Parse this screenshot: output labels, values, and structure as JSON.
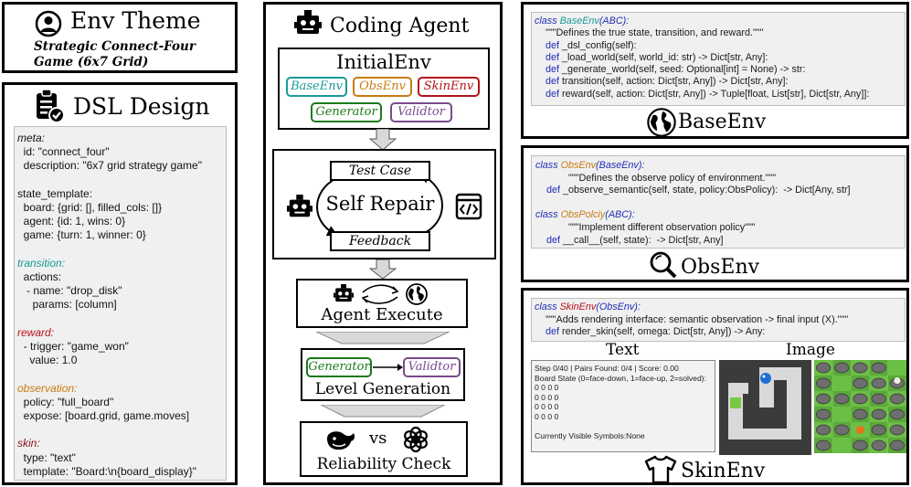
{
  "env_theme": {
    "title": "Env Theme",
    "subtitle_line1": "Strategic Connect-Four",
    "subtitle_line2": "Game (6x7 Grid)"
  },
  "dsl_design": {
    "title": "DSL Design",
    "lines": [
      {
        "text": "meta:",
        "style": "sec-black"
      },
      {
        "text": "  id: \"connect_four\"",
        "style": ""
      },
      {
        "text": "  description: \"6x7 grid strategy game\"",
        "style": ""
      },
      {
        "text": "",
        "style": ""
      },
      {
        "text": "state_template:",
        "style": ""
      },
      {
        "text": "  board: {grid: [], filled_cols: []}",
        "style": ""
      },
      {
        "text": "  agent: {id: 1, wins: 0}",
        "style": ""
      },
      {
        "text": "  game: {turn: 1, winner: 0}",
        "style": ""
      },
      {
        "text": "",
        "style": ""
      },
      {
        "text": "transition:",
        "style": "sec-teal"
      },
      {
        "text": "  actions:",
        "style": ""
      },
      {
        "text": "   - name: \"drop_disk\"",
        "style": ""
      },
      {
        "text": "     params: [column]",
        "style": ""
      },
      {
        "text": "",
        "style": ""
      },
      {
        "text": "reward:",
        "style": "sec-red"
      },
      {
        "text": "  - trigger: \"game_won\"",
        "style": ""
      },
      {
        "text": "    value: 1.0",
        "style": ""
      },
      {
        "text": "",
        "style": ""
      },
      {
        "text": "observation:",
        "style": "sec-orange"
      },
      {
        "text": "  policy: \"full_board\"",
        "style": ""
      },
      {
        "text": "  expose: [board.grid, game.moves]",
        "style": ""
      },
      {
        "text": "",
        "style": ""
      },
      {
        "text": "skin:",
        "style": "sec-darkred"
      },
      {
        "text": "  type: \"text\"",
        "style": ""
      },
      {
        "text": "  template: \"Board:\\n{board_display}\"",
        "style": ""
      }
    ]
  },
  "coding_agent": {
    "title": "Coding Agent",
    "initial_env_title": "InitialEnv",
    "pills": {
      "base": "BaseEnv",
      "obs": "ObsEnv",
      "skin": "SkinEnv",
      "generator": "Generator",
      "validator": "Validtor"
    },
    "self_repair": "Self Repair",
    "test_case": "Test Case",
    "feedback": "Feedback",
    "agent_execute": "Agent Execute",
    "level_generation": "Level Generation",
    "level_generator": "Generator",
    "level_validator": "Validtor",
    "vs": "vs",
    "reliability_check": "Reliability Check"
  },
  "base_env": {
    "label": "BaseEnv",
    "code": [
      [
        {
          "t": "class ",
          "c": "kw"
        },
        {
          "t": "BaseEnv",
          "c": "cls-teal"
        },
        {
          "t": "(ABC):",
          "c": "kw"
        }
      ],
      [
        {
          "t": "    \"\"\"Defines the true state, transition, and reward.\"\"\"",
          "c": ""
        }
      ],
      [
        {
          "t": "    def ",
          "c": "kw2"
        },
        {
          "t": "_dsl_config(self):",
          "c": ""
        }
      ],
      [
        {
          "t": "    def ",
          "c": "kw2"
        },
        {
          "t": "_load_world(self, world_id: str) -> Dict[str, Any]:",
          "c": ""
        }
      ],
      [
        {
          "t": "    def ",
          "c": "kw2"
        },
        {
          "t": "_generate_world(self, seed: Optional[int] = None) -> str:",
          "c": ""
        }
      ],
      [
        {
          "t": "    def ",
          "c": "kw2"
        },
        {
          "t": "transition(self, action: Dict[str, Any]) -> Dict[str, Any]:",
          "c": ""
        }
      ],
      [
        {
          "t": "    def ",
          "c": "kw2"
        },
        {
          "t": "reward(self, action: Dict[str, Any]) -> Tuple[float, List[str], Dict[str, Any]]:",
          "c": ""
        }
      ]
    ]
  },
  "obs_env": {
    "label": "ObsEnv",
    "code": [
      [
        {
          "t": "class ",
          "c": "kw"
        },
        {
          "t": "ObsEnv",
          "c": "cls-orange"
        },
        {
          "t": "(BaseEnv):",
          "c": "kw"
        }
      ],
      [
        {
          "t": "            \"\"\"Defines the observe policy of environment.\"\"\"",
          "c": ""
        }
      ],
      [
        {
          "t": "    def ",
          "c": "kw2"
        },
        {
          "t": "_observe_semantic(self, state, policy:ObsPolicy):  -> Dict[Any, str]",
          "c": ""
        }
      ],
      [
        {
          "t": "",
          "c": ""
        }
      ],
      [
        {
          "t": "class ",
          "c": "kw"
        },
        {
          "t": "ObsPolciy",
          "c": "cls-orange"
        },
        {
          "t": "(ABC):",
          "c": "kw"
        }
      ],
      [
        {
          "t": "            \"\"\"Implement different observation policy\"\"\"",
          "c": ""
        }
      ],
      [
        {
          "t": "    def ",
          "c": "kw2"
        },
        {
          "t": "__call__(self, state):  -> Dict[str, Any]",
          "c": ""
        }
      ]
    ]
  },
  "skin_env": {
    "label": "SkinEnv",
    "code": [
      [
        {
          "t": "class ",
          "c": "kw"
        },
        {
          "t": "SkinEnv",
          "c": "cls-red"
        },
        {
          "t": "(ObsEnv):",
          "c": "kw"
        }
      ],
      [
        {
          "t": "    \"\"\"Adds rendering interface: semantic observation -> final input (X).\"\"\"",
          "c": ""
        }
      ],
      [
        {
          "t": "    def ",
          "c": "kw2"
        },
        {
          "t": "render_skin(self, omega: Dict[str, Any]) -> Any:",
          "c": ""
        }
      ]
    ],
    "text_label": "Text",
    "image_label": "Image",
    "text_sample": [
      "Step 0/40 | Pairs Found: 0/4 | Score: 0.00",
      "Board State (0=face-down, 1=face-up, 2=solved):",
      "0 0 0 0",
      "0 0 0 0",
      "0 0 0 0",
      "0 0 0 0",
      "",
      "Currently Visible Symbols:None"
    ]
  },
  "colors": {
    "teal": "#1a9a9a",
    "orange": "#c77b12",
    "red": "#b5121b",
    "green": "#1b7a1b",
    "purple": "#7a4a8c",
    "keyword_blue": "#1f2db5"
  }
}
